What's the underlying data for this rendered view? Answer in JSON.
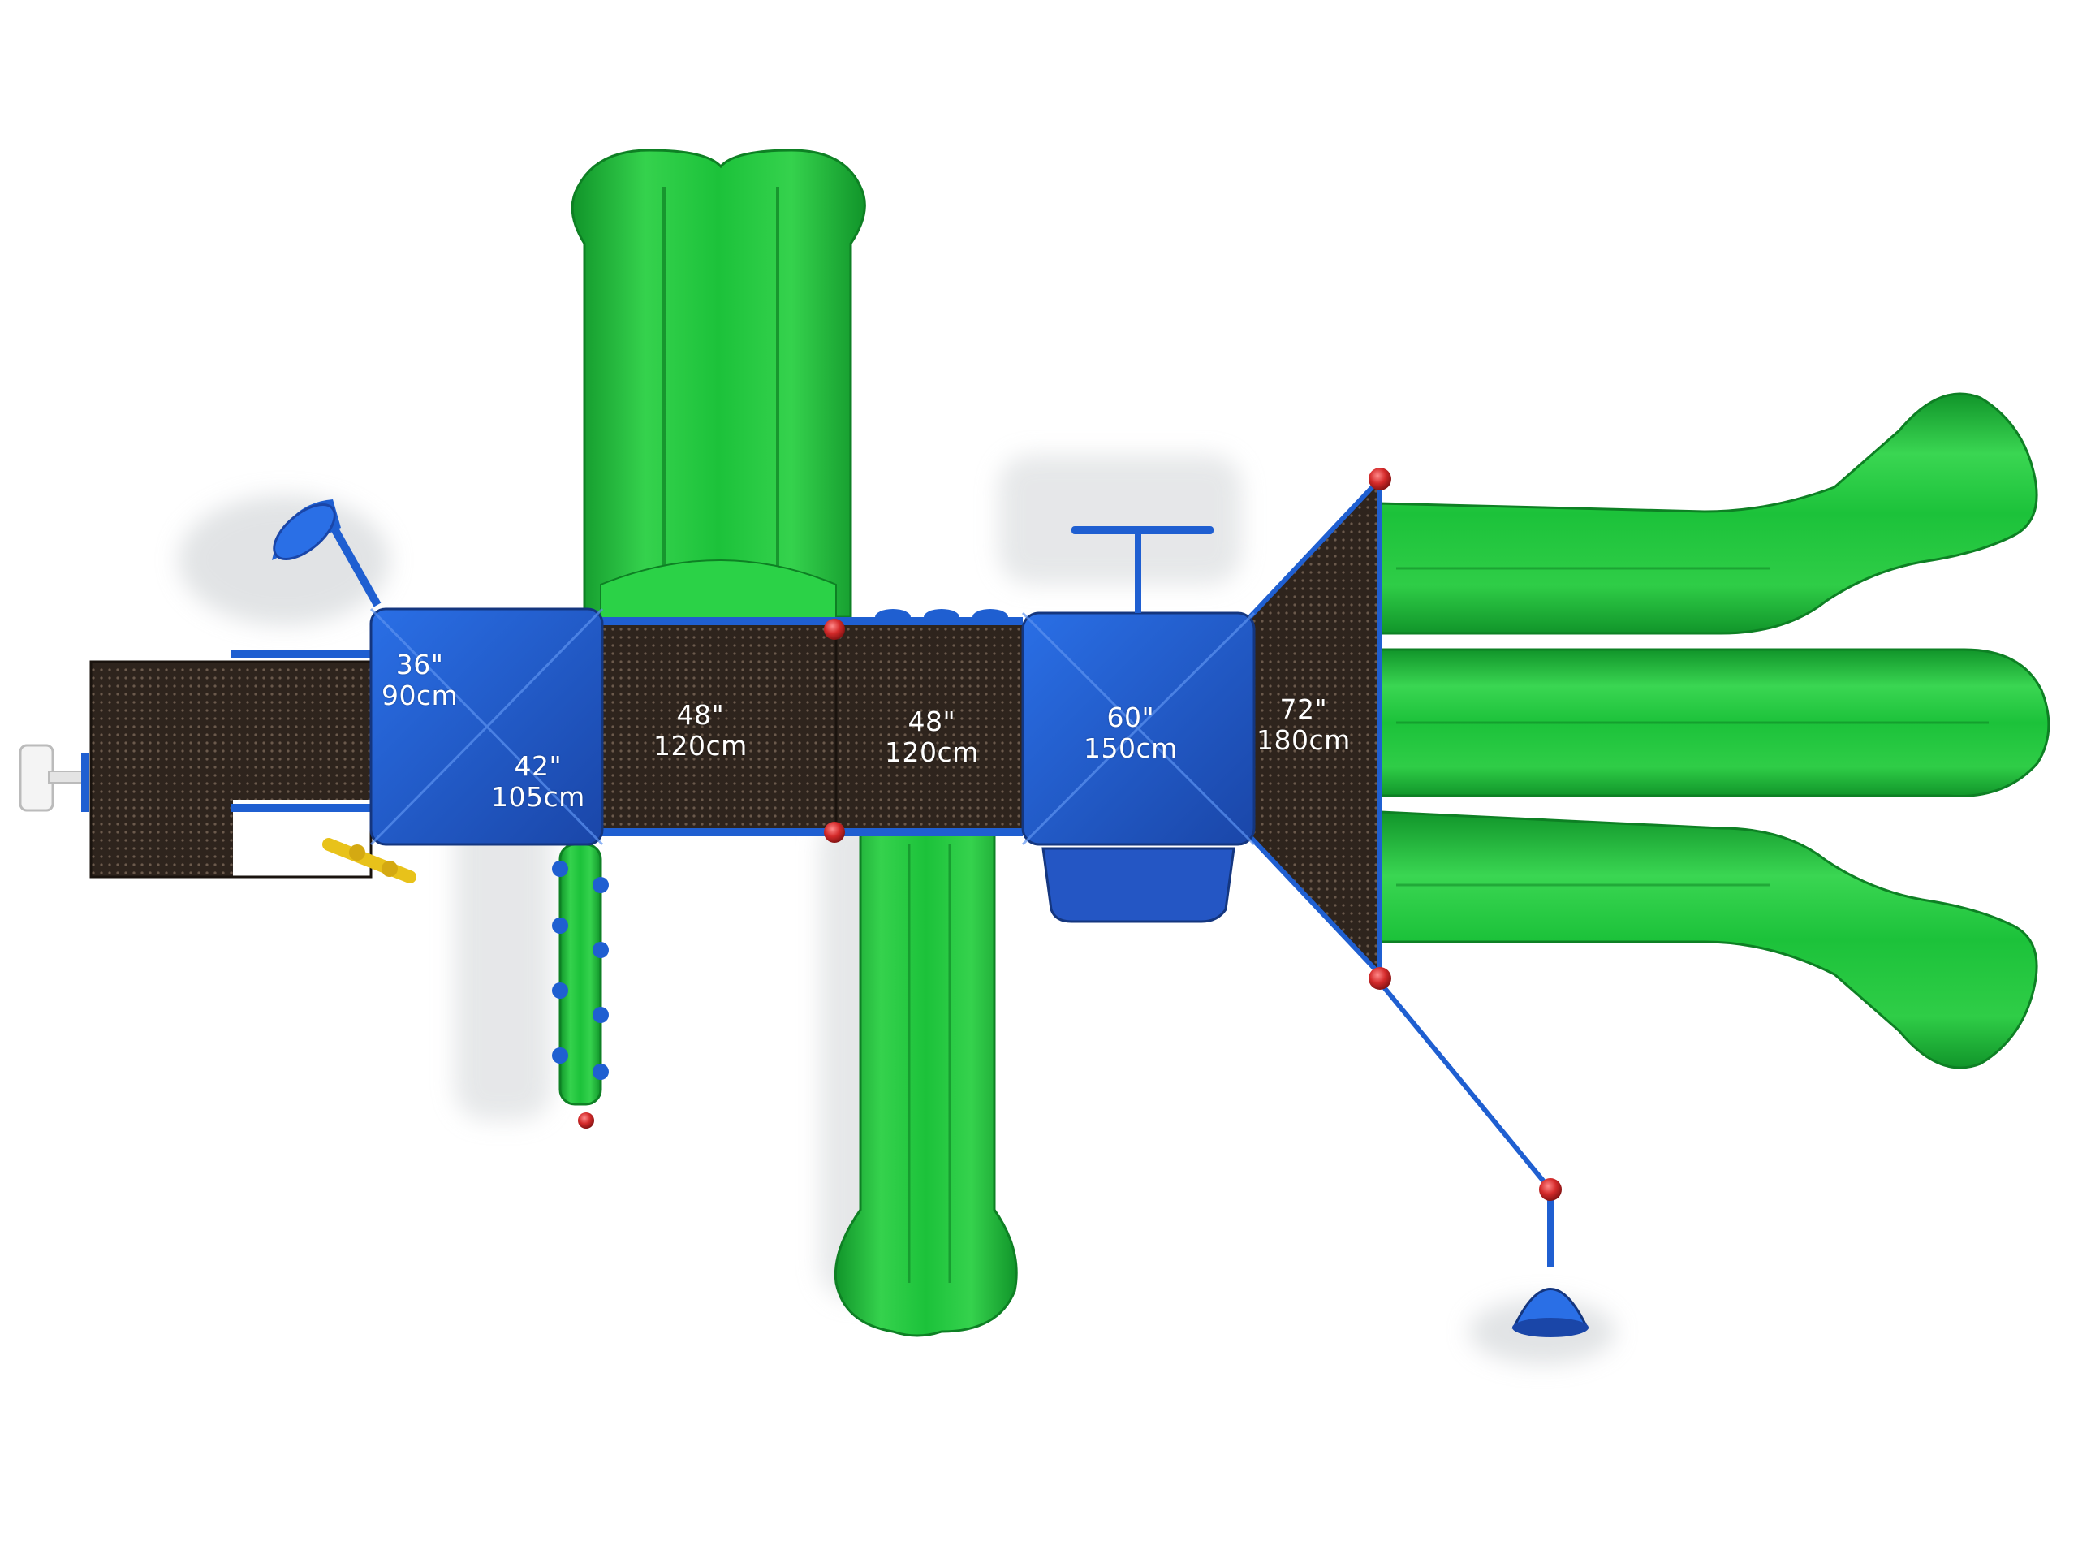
{
  "colors": {
    "background": "#ffffff",
    "deck": "#2e241d",
    "deck_dots": "#6b5a4c",
    "roof_blue": "#1f5fd1",
    "roof_blue_dark": "#1a46a8",
    "slide_green": "#1cc23a",
    "slide_green_dark": "#11952a",
    "slide_green_light": "#49de5f",
    "bolt_red": "#c82828",
    "accent_yellow": "#e8c21a",
    "shadow": "#d9dcde"
  },
  "labels": {
    "deck_36": {
      "imperial": "36\"",
      "metric": "90cm"
    },
    "deck_42": {
      "imperial": "42\"",
      "metric": "105cm"
    },
    "deck_48_a": {
      "imperial": "48\"",
      "metric": "120cm"
    },
    "deck_48_b": {
      "imperial": "48\"",
      "metric": "120cm"
    },
    "deck_60": {
      "imperial": "60\"",
      "metric": "150cm"
    },
    "deck_72": {
      "imperial": "72\"",
      "metric": "180cm"
    }
  },
  "icons": [
    "megaphone-icon",
    "steering-wheel-icon",
    "climbing-wall-icon"
  ]
}
